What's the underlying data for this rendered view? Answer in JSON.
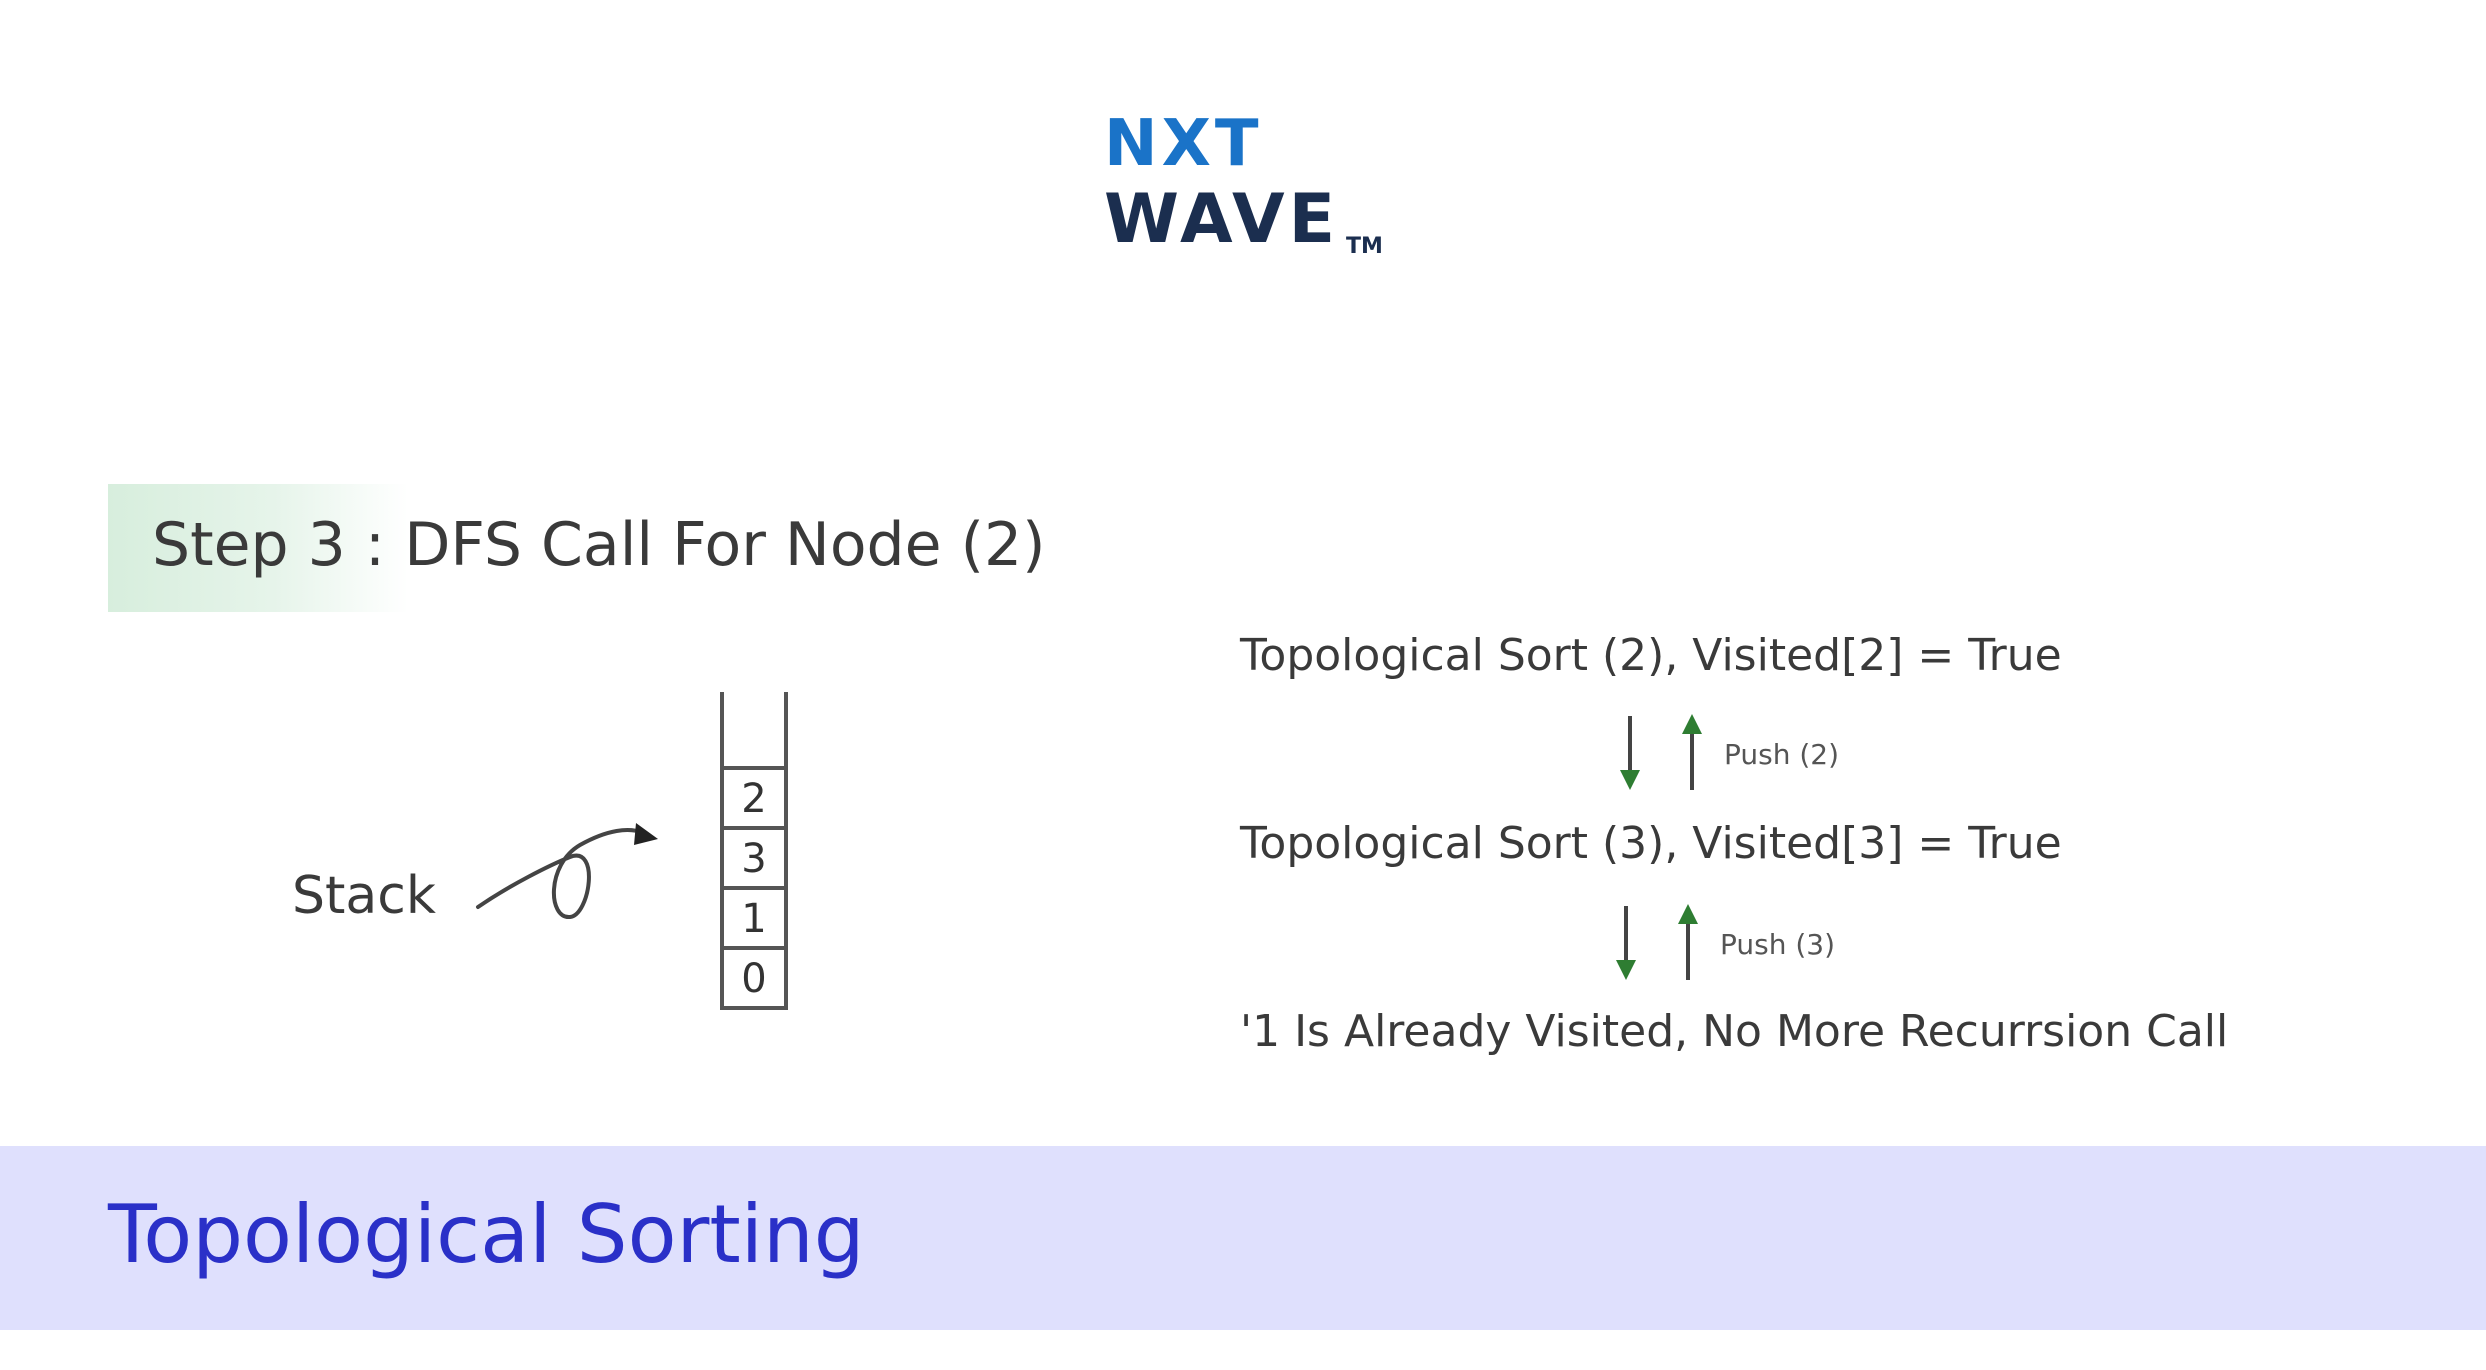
{
  "logo": {
    "line1": "NXT",
    "line2": "WAVE",
    "trademark": "TM",
    "color_blue": "#1a73c8",
    "color_navy": "#1b2e4f"
  },
  "step": {
    "title": "Step 3 : DFS Call For Node (2)"
  },
  "stack": {
    "label": "Stack",
    "items": [
      "2",
      "3",
      "1",
      "0"
    ]
  },
  "trace": {
    "line1": "Topological Sort (2), Visited[2] = True",
    "push1": "Push (2)",
    "line2": "Topological Sort (3), Visited[3] = True",
    "push2": "Push (3)",
    "line3": "'1 Is Already Visited, No More Recurrsion Call"
  },
  "footer": {
    "title": "Topological Sorting"
  },
  "colors": {
    "arrow_green": "#2e7d32",
    "footer_bg": "#dfe0fd",
    "footer_text": "#2a30c8",
    "banner_green": "#d7eedd"
  }
}
